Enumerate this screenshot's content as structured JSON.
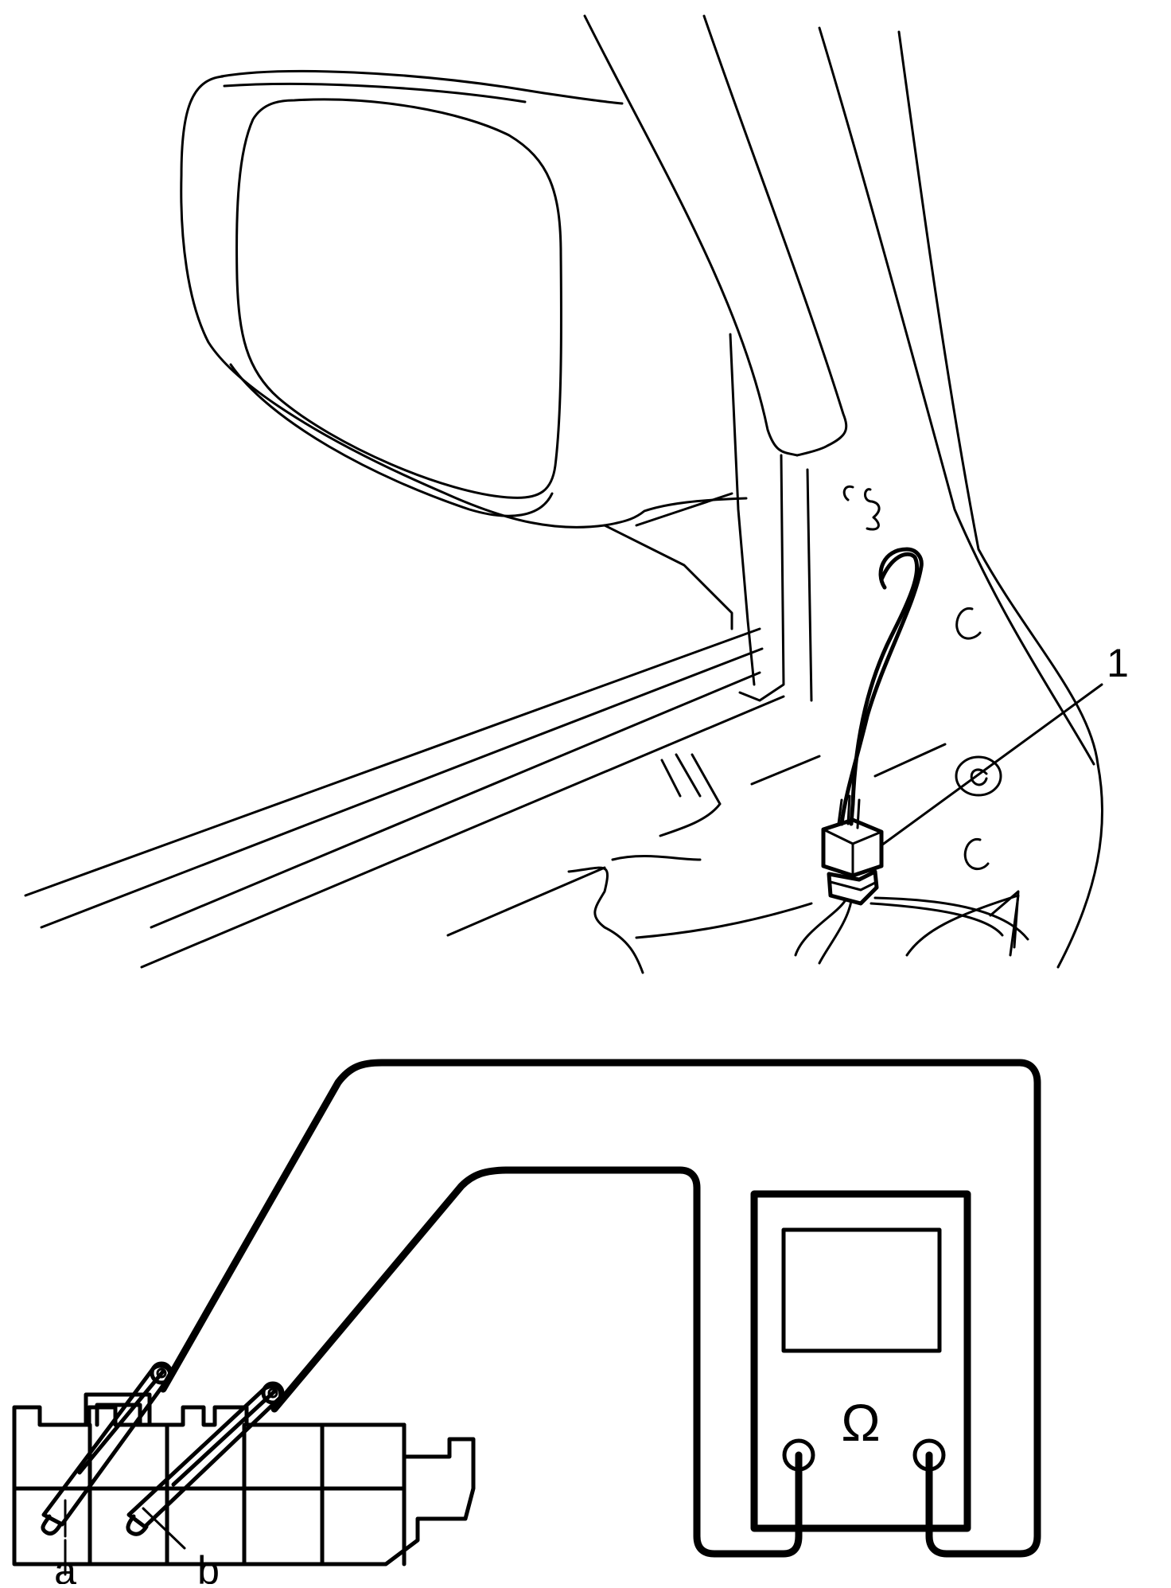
{
  "callouts": {
    "item_1": "1",
    "terminal_a": "a",
    "terminal_b": "b"
  },
  "meter": {
    "symbol": "Ω"
  },
  "colors": {
    "line": "#000000",
    "background": "#ffffff"
  }
}
